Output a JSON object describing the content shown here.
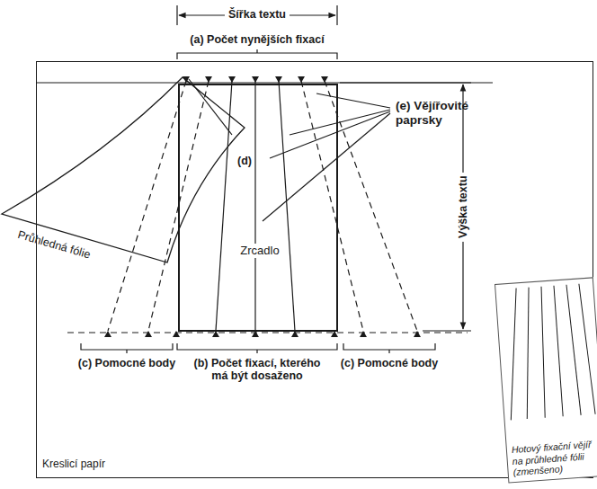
{
  "diagram": {
    "nodes": [
      {
        "text": [
          "Kreslicí papír"
        ]
      },
      {
        "text": [
          "Zrcadlo"
        ],
        "in": 0
      },
      {
        "text": [
          "Hotový fixační vějíř na průhledné fólii (zmenšeno)"
        ]
      }
    ],
    "labels": [
      "Šířka textu",
      "(a) Počet nynějších fixací",
      "(e) Vějířovité paprsky",
      "(d)",
      "Výška textu",
      "Průhledná fólie",
      "(c) Pomocné body",
      "(b) Počet fixací, kterého má být dosaženo",
      "(c) Pomocné body"
    ]
  }
}
